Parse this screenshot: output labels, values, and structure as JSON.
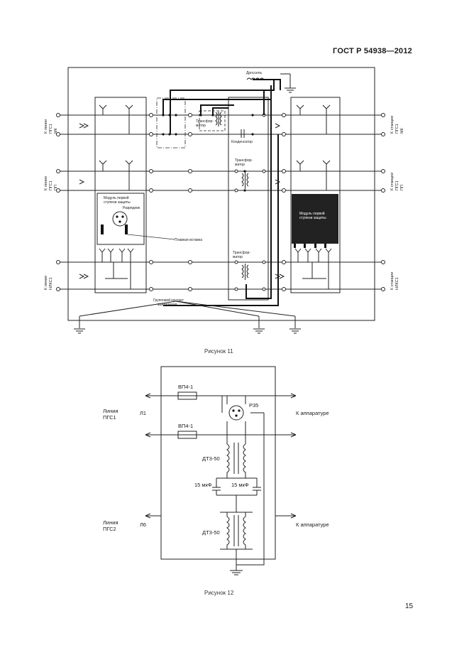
{
  "header": {
    "standard": "ГОСТ Р 54938—2012"
  },
  "figure11": {
    "caption": "Рисунок 11",
    "left_labels": [
      [
        "К линии",
        "ПГС1",
        "МК"
      ],
      [
        "К линии",
        "ПГС1",
        "ПП"
      ],
      [
        "К линии",
        "НЛКС1"
      ]
    ],
    "right_labels": [
      [
        "К станции",
        "ПГС1",
        "МК"
      ],
      [
        "К станции",
        "ПГС1",
        "ПП"
      ],
      [
        "К станции",
        "НЛКС1"
      ]
    ],
    "choke": "Дроссель",
    "transformer_top": [
      "Трансфор-",
      "матор"
    ],
    "capacitor": "Конденсатор",
    "transformer_mid": [
      "Трансфор-",
      "матор"
    ],
    "transformer_bot": [
      "Трансфор-",
      "матор"
    ],
    "module_left": [
      "Модуль первой",
      "ступени защиты"
    ],
    "arrester": "Разрядник",
    "fuse_insert": "Плавкая вставка",
    "module_right": [
      "Модуль первой",
      "ступени защиты"
    ],
    "ground_contact": [
      "Групповой контакт",
      "заземления"
    ]
  },
  "figure12": {
    "caption": "Рисунок 12",
    "fuse_top": "ВП4-1",
    "fuse_bot": "ВП4-1",
    "arrester": "Р35",
    "line1_label": [
      "Линия",
      "ПГС1"
    ],
    "line1_code": "Л1",
    "line2_label": [
      "Линия",
      "ПГС2"
    ],
    "line2_code": "Л6",
    "equipment_top": "К аппаратуре",
    "equipment_bot": "К аппаратуре",
    "transformer_top": "ДТ3-50",
    "transformer_bot": "ДТ3-50",
    "cap_left": "15 мкФ",
    "cap_right": "15 мкФ"
  },
  "page_number": "15"
}
